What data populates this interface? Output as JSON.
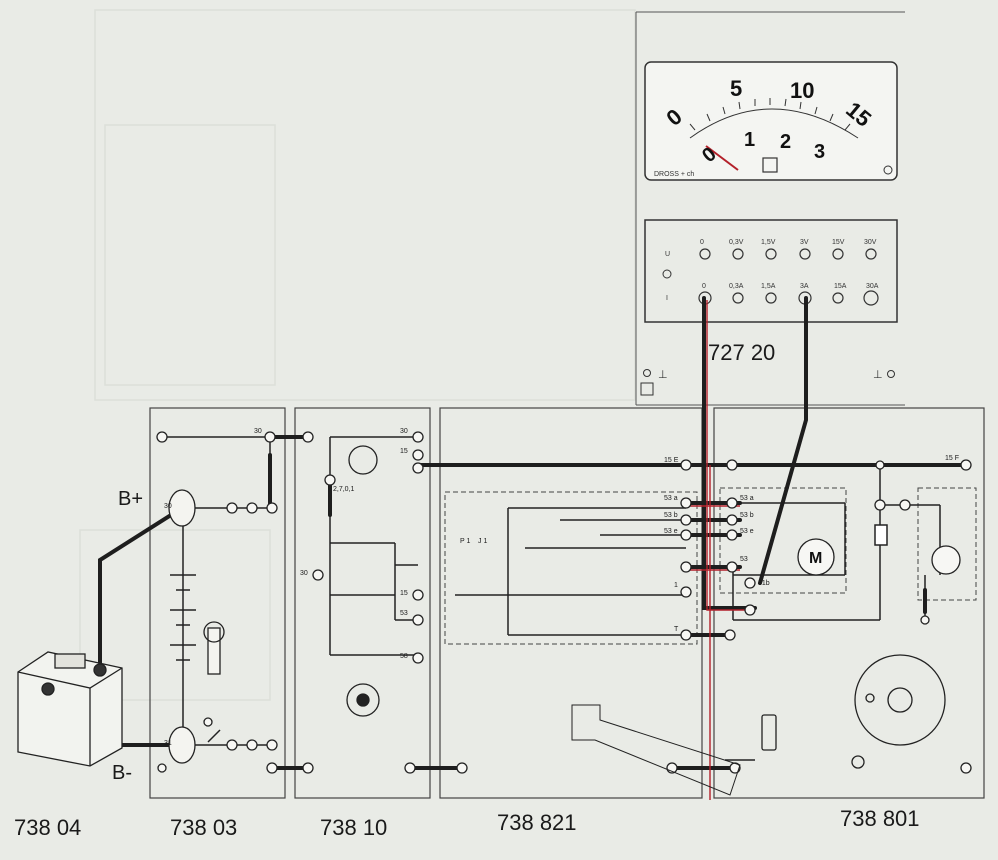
{
  "labels": {
    "battery_id": "738 04",
    "module1_id": "738 03",
    "module2_id": "738 10",
    "module3_id": "738 821",
    "module4_id": "738 801",
    "meter_id": "727 20",
    "b_plus": "B+",
    "b_minus": "B-"
  },
  "meter": {
    "scale_upper": [
      "0",
      "5",
      "10",
      "15"
    ],
    "scale_lower": [
      "0",
      "1",
      "2",
      "3"
    ],
    "brand": "DROSS + ch"
  },
  "ranges": {
    "voltage_row_label": "U",
    "current_row_label": "I",
    "voltage": [
      "0",
      "0,3V",
      "1,5V",
      "3V",
      "15V",
      "30V"
    ],
    "current": [
      "0",
      "0,3A",
      "1,5A",
      "3A",
      "15A",
      "30A"
    ]
  },
  "terminals": {
    "m1_top": "30",
    "m1_mid": "30",
    "m1_bottom": "31",
    "m2_top": "30",
    "m2_15": "15",
    "m2_switch": "2,7,0,1",
    "m2_30": "30",
    "m2_15b": "15",
    "m2_53": "53",
    "m2_58": "58",
    "m3_15e": "15 E",
    "m3_53a": "53 a",
    "m3_53b": "53 b",
    "m3_53e": "53 e",
    "m3_1": "1",
    "m3_t": "T",
    "m3_p1": "P 1",
    "m3_jb": "J 1",
    "m4_53a": "53 a",
    "m4_53b": "53 b",
    "m4_53e": "53 e",
    "m4_53": "53",
    "m4_31b": "31b",
    "m4_15f": "15 F",
    "motor": "M"
  }
}
